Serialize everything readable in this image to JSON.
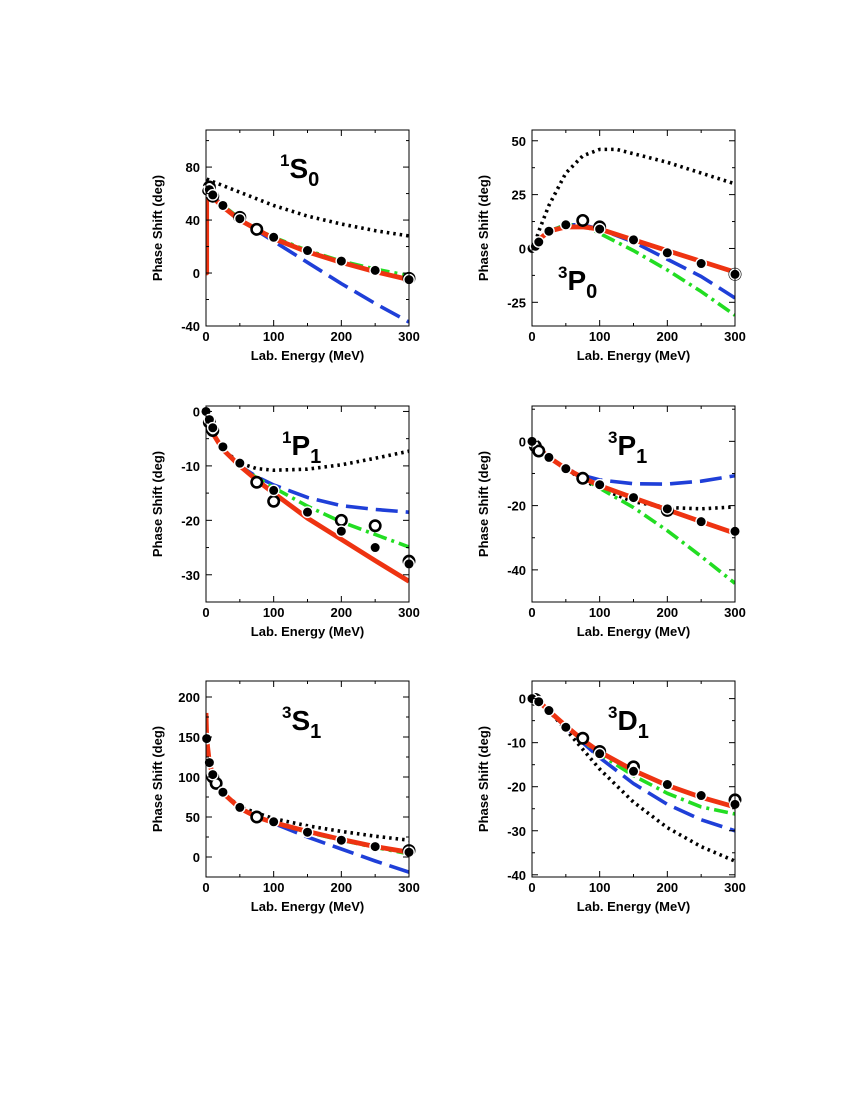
{
  "colors": {
    "black_dotted": "#000000",
    "blue_dashed": "#1f3fd8",
    "green_dashdot": "#22dd22",
    "red_solid": "#ee3311"
  },
  "chart_data": [
    {
      "type": "line",
      "label": {
        "sup": "1",
        "main": "S",
        "sub": "0"
      },
      "xlabel": "Lab. Energy (MeV)",
      "ylabel": "Phase Shift (deg)",
      "xlim": [
        0,
        300
      ],
      "ylim": [
        -40,
        108
      ],
      "xticks": [
        0,
        100,
        200,
        300
      ],
      "yticks": [
        -40,
        0,
        40,
        80
      ],
      "series": [
        {
          "style": "black_dotted",
          "x": [
            1,
            10,
            25,
            50,
            75,
            100,
            150,
            200,
            250,
            300
          ],
          "y": [
            71,
            69,
            66,
            61,
            56,
            51,
            43,
            37,
            32,
            28
          ]
        },
        {
          "style": "blue_dashed",
          "x": [
            1,
            10,
            25,
            50,
            75,
            100,
            150,
            200,
            250,
            300
          ],
          "y": [
            63,
            58,
            51,
            41,
            32,
            24,
            8,
            -8,
            -23,
            -37
          ]
        },
        {
          "style": "green_dashdot",
          "x": [
            1,
            10,
            25,
            50,
            75,
            100,
            150,
            200,
            250,
            300
          ],
          "y": [
            62,
            58,
            51,
            41,
            33,
            27,
            17,
            9,
            3,
            -2
          ]
        },
        {
          "style": "red_solid",
          "x": [
            0,
            1,
            1,
            10,
            25,
            50,
            75,
            100,
            150,
            200,
            250,
            300
          ],
          "y": [
            0,
            0,
            60,
            57,
            50,
            40,
            33,
            26,
            16,
            8,
            1,
            -5
          ]
        }
      ],
      "filled_points": {
        "x": [
          1,
          5,
          10,
          25,
          50,
          100,
          150,
          200,
          250,
          300
        ],
        "y": [
          62,
          63,
          59,
          51,
          41,
          27,
          17,
          9,
          2,
          -5
        ]
      },
      "open_points": {
        "x": [
          5,
          10,
          50,
          75,
          300
        ],
        "y": [
          65,
          58,
          42,
          33,
          -4
        ]
      }
    },
    {
      "type": "line",
      "label": {
        "sup": "3",
        "main": "P",
        "sub": "0"
      },
      "xlabel": "Lab. Energy (MeV)",
      "ylabel": "Phase Shift (deg)",
      "xlim": [
        0,
        300
      ],
      "ylim": [
        -36,
        55
      ],
      "xticks": [
        0,
        100,
        200,
        300
      ],
      "yticks": [
        -25,
        0,
        25,
        50
      ],
      "series": [
        {
          "style": "black_dotted",
          "x": [
            0,
            5,
            10,
            25,
            50,
            75,
            100,
            125,
            150,
            200,
            250,
            300
          ],
          "y": [
            0,
            3,
            8,
            20,
            35,
            43,
            46,
            46,
            44,
            40,
            35,
            30
          ]
        },
        {
          "style": "blue_dashed",
          "x": [
            0,
            5,
            10,
            25,
            50,
            75,
            100,
            150,
            200,
            250,
            300
          ],
          "y": [
            0,
            2,
            4,
            8,
            11,
            11,
            9,
            3,
            -5,
            -13,
            -23
          ]
        },
        {
          "style": "green_dashdot",
          "x": [
            0,
            5,
            10,
            25,
            50,
            75,
            100,
            150,
            200,
            250,
            300
          ],
          "y": [
            0,
            2,
            4,
            8,
            11,
            11,
            7,
            -1,
            -10,
            -20,
            -31
          ]
        },
        {
          "style": "red_solid",
          "x": [
            0,
            5,
            10,
            25,
            50,
            75,
            100,
            150,
            200,
            250,
            300
          ],
          "y": [
            0,
            2,
            4,
            8,
            10,
            10,
            9,
            4,
            -1,
            -6,
            -11
          ]
        }
      ],
      "filled_points": {
        "x": [
          0,
          5,
          10,
          25,
          50,
          100,
          150,
          200,
          250,
          300
        ],
        "y": [
          0,
          1,
          3,
          8,
          11,
          9,
          4,
          -2,
          -7,
          -12
        ]
      },
      "open_points": {
        "x": [
          75,
          100,
          300
        ],
        "y": [
          13,
          10,
          -12
        ]
      }
    },
    {
      "type": "line",
      "label": {
        "sup": "1",
        "main": "P",
        "sub": "1"
      },
      "xlabel": "Lab. Energy (MeV)",
      "ylabel": "Phase Shift (deg)",
      "xlim": [
        0,
        300
      ],
      "ylim": [
        -35,
        1
      ],
      "xticks": [
        0,
        100,
        200,
        300
      ],
      "yticks": [
        -30,
        -20,
        -10,
        0
      ],
      "series": [
        {
          "style": "black_dotted",
          "x": [
            0,
            5,
            10,
            25,
            50,
            75,
            100,
            150,
            200,
            250,
            300
          ],
          "y": [
            0,
            -2,
            -4,
            -7,
            -9.5,
            -10.5,
            -10.8,
            -10.6,
            -9.8,
            -8.6,
            -7.3
          ]
        },
        {
          "style": "blue_dashed",
          "x": [
            0,
            5,
            10,
            25,
            50,
            75,
            100,
            150,
            200,
            250,
            300
          ],
          "y": [
            0,
            -2,
            -4,
            -7,
            -10,
            -12,
            -13.5,
            -15.8,
            -17.3,
            -18,
            -18.5
          ]
        },
        {
          "style": "green_dashdot",
          "x": [
            0,
            5,
            10,
            25,
            50,
            75,
            100,
            150,
            200,
            250,
            300
          ],
          "y": [
            0,
            -2,
            -4,
            -7,
            -10,
            -12.2,
            -14,
            -17.4,
            -20.3,
            -22.6,
            -24.9
          ]
        },
        {
          "style": "red_solid",
          "x": [
            0,
            5,
            10,
            25,
            50,
            75,
            100,
            150,
            200,
            250,
            300
          ],
          "y": [
            0,
            -2,
            -4,
            -7,
            -10,
            -12.6,
            -15,
            -19.6,
            -23.5,
            -27.4,
            -31.2
          ]
        }
      ],
      "filled_points": {
        "x": [
          0,
          5,
          10,
          25,
          50,
          100,
          150,
          200,
          250,
          300
        ],
        "y": [
          0,
          -1.5,
          -3,
          -6.5,
          -9.5,
          -14.5,
          -18.5,
          -22,
          -25,
          -28
        ]
      },
      "open_points": {
        "x": [
          5,
          10,
          75,
          100,
          200,
          250,
          300
        ],
        "y": [
          -2,
          -3.5,
          -13,
          -16.5,
          -20,
          -21,
          -27.5
        ]
      }
    },
    {
      "type": "line",
      "label": {
        "sup": "3",
        "main": "P",
        "sub": "1"
      },
      "xlabel": "Lab. Energy (MeV)",
      "ylabel": "Phase Shift (deg)",
      "xlim": [
        0,
        300
      ],
      "ylim": [
        -50,
        11
      ],
      "xticks": [
        0,
        100,
        200,
        300
      ],
      "yticks": [
        -40,
        -20,
        0
      ],
      "series": [
        {
          "style": "black_dotted",
          "x": [
            0,
            5,
            10,
            25,
            50,
            75,
            100,
            150,
            200,
            250,
            300
          ],
          "y": [
            0,
            -1.2,
            -2.2,
            -5,
            -8.5,
            -12,
            -14.6,
            -18.8,
            -20.6,
            -21,
            -20.4
          ]
        },
        {
          "style": "blue_dashed",
          "x": [
            0,
            5,
            10,
            25,
            50,
            75,
            100,
            150,
            200,
            250,
            300
          ],
          "y": [
            0,
            -1.2,
            -2.2,
            -5,
            -8.5,
            -10.6,
            -12,
            -13.2,
            -13.3,
            -12.4,
            -10.7
          ]
        },
        {
          "style": "green_dashdot",
          "x": [
            0,
            5,
            10,
            25,
            50,
            75,
            100,
            150,
            200,
            250,
            300
          ],
          "y": [
            0,
            -1.2,
            -2.2,
            -5,
            -8.5,
            -11.5,
            -14.6,
            -20.6,
            -27.8,
            -35.8,
            -44.2
          ]
        },
        {
          "style": "red_solid",
          "x": [
            0,
            5,
            10,
            25,
            50,
            75,
            100,
            150,
            200,
            250,
            300
          ],
          "y": [
            0,
            -1.2,
            -2.2,
            -5,
            -8.5,
            -11.3,
            -13.8,
            -17.6,
            -21.3,
            -25,
            -28.6
          ]
        }
      ],
      "filled_points": {
        "x": [
          0,
          25,
          50,
          100,
          150,
          200,
          250,
          300
        ],
        "y": [
          0,
          -5,
          -8.5,
          -13.5,
          -17.5,
          -21,
          -25,
          -28
        ]
      },
      "open_points": {
        "x": [
          5,
          10,
          75,
          200
        ],
        "y": [
          -1.5,
          -3,
          -11.5,
          -21.5
        ]
      }
    },
    {
      "type": "line",
      "label": {
        "sup": "3",
        "main": "S",
        "sub": "1"
      },
      "xlabel": "Lab. Energy (MeV)",
      "ylabel": "Phase Shift (deg)",
      "xlim": [
        0,
        300
      ],
      "ylim": [
        -25,
        220
      ],
      "xticks": [
        0,
        100,
        200,
        300
      ],
      "yticks": [
        0,
        50,
        100,
        150,
        200
      ],
      "series": [
        {
          "style": "black_dotted",
          "x": [
            1,
            5,
            10,
            25,
            50,
            75,
            100,
            150,
            200,
            250,
            300
          ],
          "y": [
            150,
            120,
            102,
            80,
            63,
            55,
            48,
            39,
            32,
            26,
            21
          ]
        },
        {
          "style": "blue_dashed",
          "x": [
            1,
            5,
            10,
            25,
            50,
            75,
            100,
            150,
            200,
            250,
            300
          ],
          "y": [
            147,
            118,
            102,
            80,
            61,
            51,
            42,
            25,
            10,
            -5,
            -19
          ]
        },
        {
          "style": "green_dashdot",
          "x": [
            1,
            5,
            10,
            25,
            50,
            75,
            100,
            150,
            200,
            250,
            300
          ],
          "y": [
            147,
            118,
            102,
            80,
            61,
            50,
            43,
            31,
            21,
            12,
            4
          ]
        },
        {
          "style": "red_solid",
          "x": [
            0,
            1,
            5,
            10,
            25,
            50,
            75,
            100,
            150,
            200,
            250,
            300
          ],
          "y": [
            180,
            148,
            118,
            102,
            80,
            61,
            50,
            43,
            32,
            22,
            13,
            6
          ]
        }
      ],
      "filled_points": {
        "x": [
          1,
          5,
          10,
          25,
          50,
          100,
          150,
          200,
          250,
          300
        ],
        "y": [
          148,
          118,
          103,
          81,
          62,
          44,
          31,
          21,
          13,
          6
        ]
      },
      "open_points": {
        "x": [
          10,
          15,
          75,
          300
        ],
        "y": [
          100,
          92,
          50,
          8
        ]
      }
    },
    {
      "type": "line",
      "label": {
        "sup": "3",
        "main": "D",
        "sub": "1"
      },
      "xlabel": "Lab. Energy (MeV)",
      "ylabel": "Phase Shift (deg)",
      "xlim": [
        0,
        300
      ],
      "ylim": [
        -40.5,
        4
      ],
      "xticks": [
        0,
        100,
        200,
        300
      ],
      "yticks": [
        -40,
        -30,
        -20,
        -10,
        0
      ],
      "series": [
        {
          "style": "black_dotted",
          "x": [
            0,
            5,
            10,
            25,
            50,
            75,
            100,
            150,
            200,
            250,
            300
          ],
          "y": [
            0,
            -0.2,
            -0.6,
            -2.8,
            -7,
            -11.5,
            -16,
            -23.5,
            -29.3,
            -33.6,
            -36.9
          ]
        },
        {
          "style": "blue_dashed",
          "x": [
            0,
            5,
            10,
            25,
            50,
            75,
            100,
            150,
            200,
            250,
            300
          ],
          "y": [
            0,
            -0.2,
            -0.6,
            -2.8,
            -6.5,
            -10,
            -13.4,
            -19.3,
            -24,
            -27.5,
            -30
          ]
        },
        {
          "style": "green_dashdot",
          "x": [
            0,
            5,
            10,
            25,
            50,
            75,
            100,
            150,
            200,
            250,
            300
          ],
          "y": [
            0,
            -0.2,
            -0.6,
            -2.8,
            -6.3,
            -9.6,
            -12.6,
            -17.5,
            -21.5,
            -24.6,
            -26.2
          ]
        },
        {
          "style": "red_solid",
          "x": [
            0,
            5,
            10,
            25,
            50,
            75,
            100,
            150,
            200,
            250,
            300
          ],
          "y": [
            0,
            -0.2,
            -0.6,
            -2.8,
            -6.2,
            -9.4,
            -12.1,
            -16.3,
            -19.7,
            -22.4,
            -24.6
          ]
        }
      ],
      "filled_points": {
        "x": [
          0,
          10,
          25,
          50,
          100,
          150,
          200,
          250,
          300
        ],
        "y": [
          0,
          -0.7,
          -2.7,
          -6.5,
          -12.5,
          -16.5,
          -19.5,
          -22,
          -24
        ]
      },
      "open_points": {
        "x": [
          5,
          75,
          100,
          150,
          300
        ],
        "y": [
          -0.2,
          -9,
          -12,
          -15.5,
          -23
        ]
      }
    }
  ]
}
